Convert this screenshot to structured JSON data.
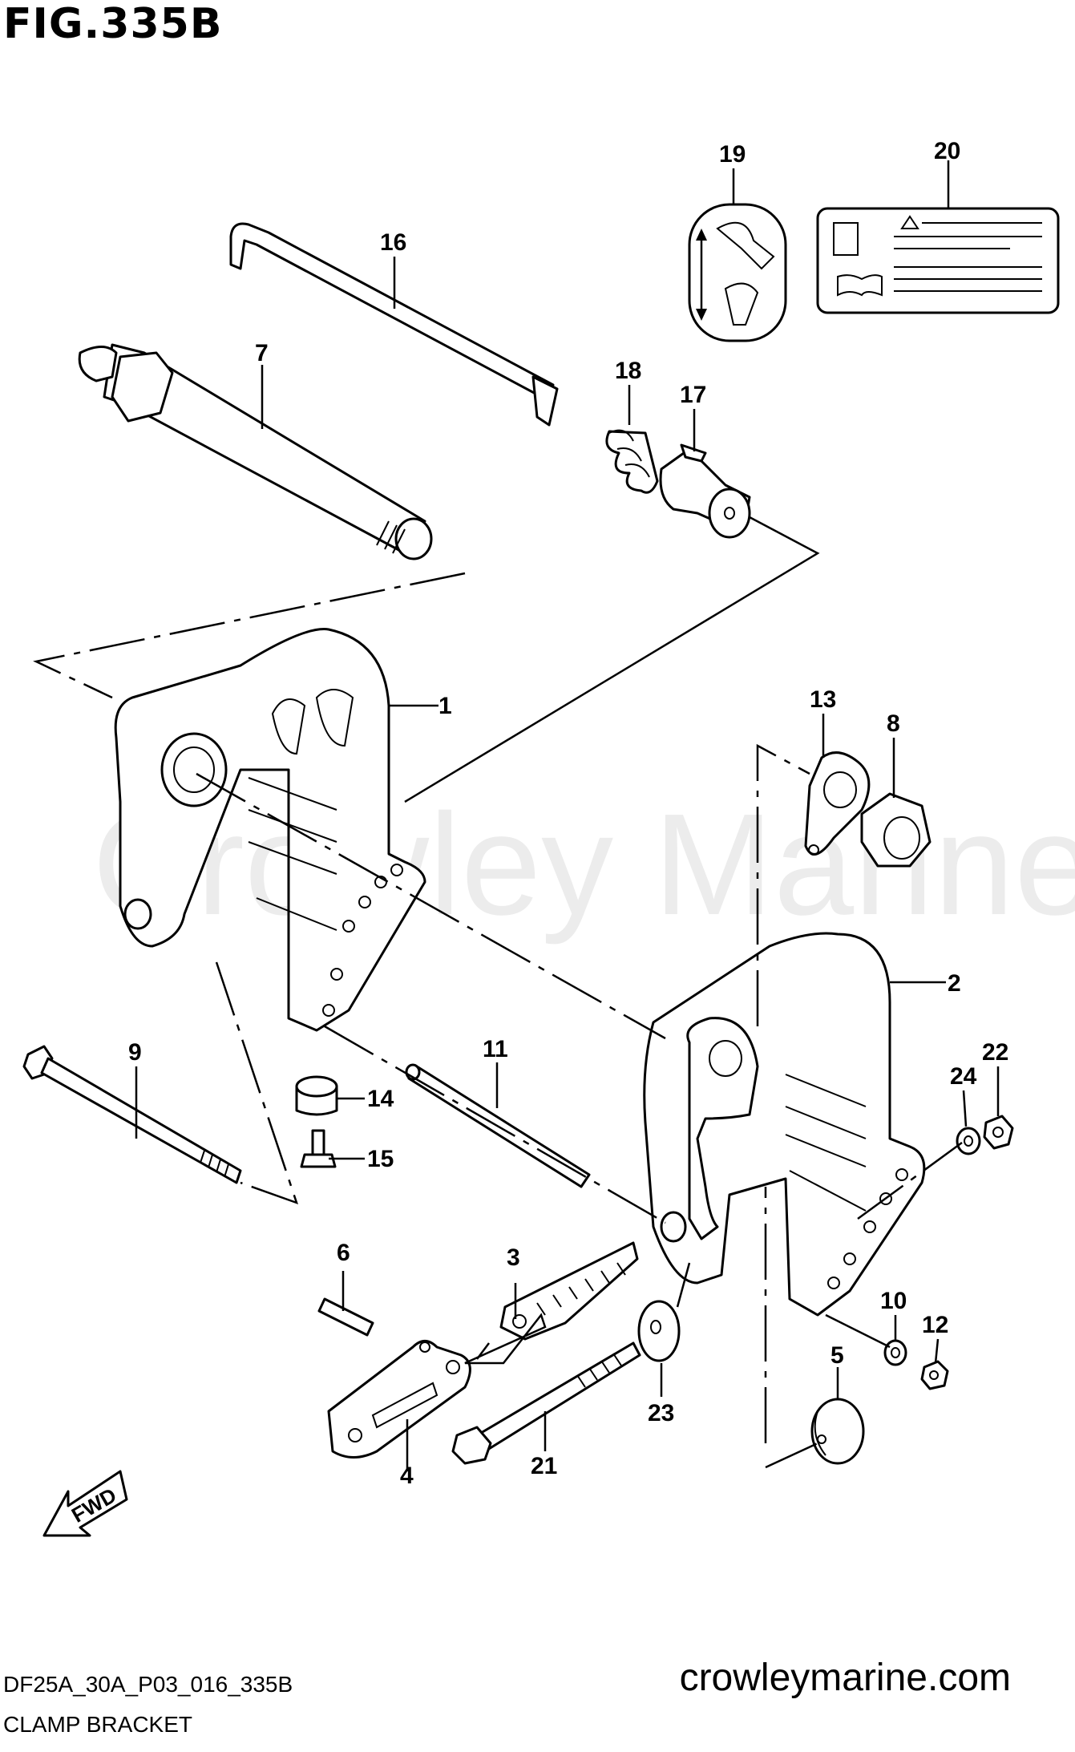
{
  "figure": {
    "title": "FIG.335B"
  },
  "watermark": "Crowley Marine",
  "footer": {
    "code": "DF25A_30A_P03_016_335B",
    "name": "CLAMP BRACKET",
    "site": "crowleymarine.com"
  },
  "fwd_label": "FWD",
  "callouts": [
    "1",
    "2",
    "3",
    "4",
    "5",
    "6",
    "7",
    "8",
    "9",
    "10",
    "11",
    "12",
    "13",
    "14",
    "15",
    "16",
    "17",
    "18",
    "19",
    "20",
    "21",
    "22",
    "23",
    "24"
  ]
}
